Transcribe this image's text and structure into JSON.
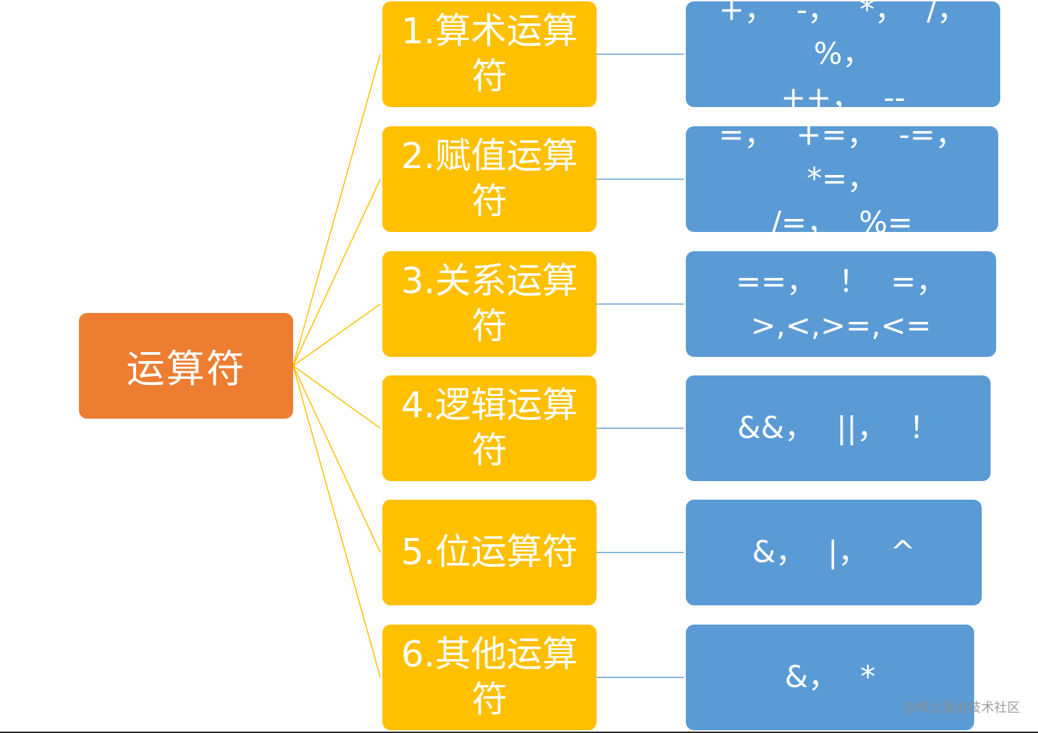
{
  "diagram": {
    "root": {
      "label": "运算符"
    },
    "branches": [
      {
        "category": "1.算术运算\n符",
        "operators": "+，  -，  *，  /，  %，\n++，  --"
      },
      {
        "category": "2.赋值运算\n符",
        "operators": "=，  +=，  -=，  *=，\n/=，  %="
      },
      {
        "category": "3.关系运算\n符",
        "operators": "==，  ！ =，\n>,<,>=,<="
      },
      {
        "category": "4.逻辑运算\n符",
        "operators": "&&，  ||，  ！"
      },
      {
        "category": "5.位运算符",
        "operators": "&，  |，  ^"
      },
      {
        "category": "6.其他运算\n符",
        "operators": "&，  *"
      }
    ],
    "colors": {
      "root": "#ED7D31",
      "category": "#FFC000",
      "operators": "#5B9BD5",
      "root_connector": "#FFC000",
      "leaf_connector": "#5B9BD5"
    }
  },
  "watermark": "@稀土掘金技术社区"
}
